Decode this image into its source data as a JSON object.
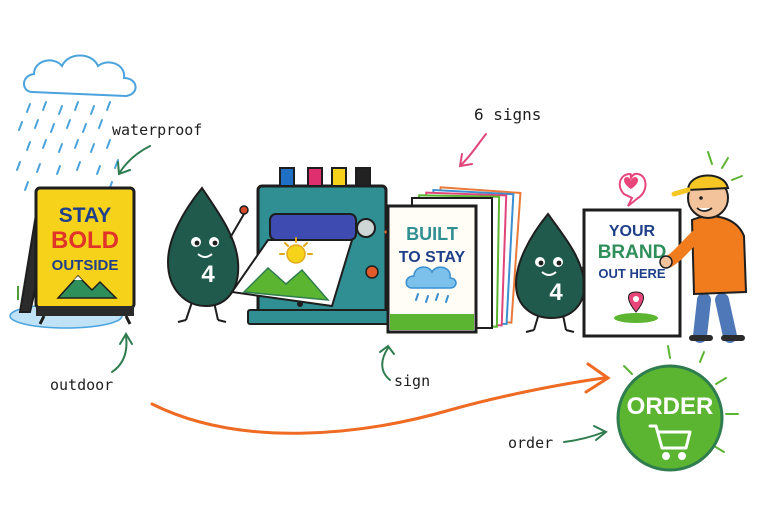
{
  "labels": {
    "waterproof": "waterproof",
    "six_signs": "6 signs",
    "outdoor": "outdoor",
    "sign": "sign",
    "order": "order"
  },
  "aframe_sign": {
    "line1": "STAY",
    "line2": "BOLD",
    "line3": "OUTSIDE"
  },
  "drop_number": "4",
  "front_sign": {
    "line1": "BUILT",
    "line2": "TO STAY"
  },
  "brand_sign": {
    "line1": "YOUR",
    "line2": "BRAND",
    "line3": "OUT HERE"
  },
  "order_button": "ORDER",
  "colors": {
    "ink": "#1e1e1e",
    "drop": "#1f5a4c",
    "printer": "#2f8f93",
    "arrow_orange": "#ef6a22",
    "arrow_green": "#2f7d4f",
    "order_green": "#5cb531",
    "sign_yellow": "#f7d21a",
    "rain_blue": "#4aa3dd",
    "navy_text": "#1f3f8a",
    "cap_yellow": "#f6c624",
    "hoodie_orange": "#f07c1e",
    "jeans_blue": "#4f78b8",
    "pin_pink": "#e8457a"
  },
  "icons": [
    "cloud-icon",
    "rain-icon",
    "mountain-icon",
    "sun-icon",
    "pin-icon",
    "heart-icon",
    "cart-icon"
  ]
}
